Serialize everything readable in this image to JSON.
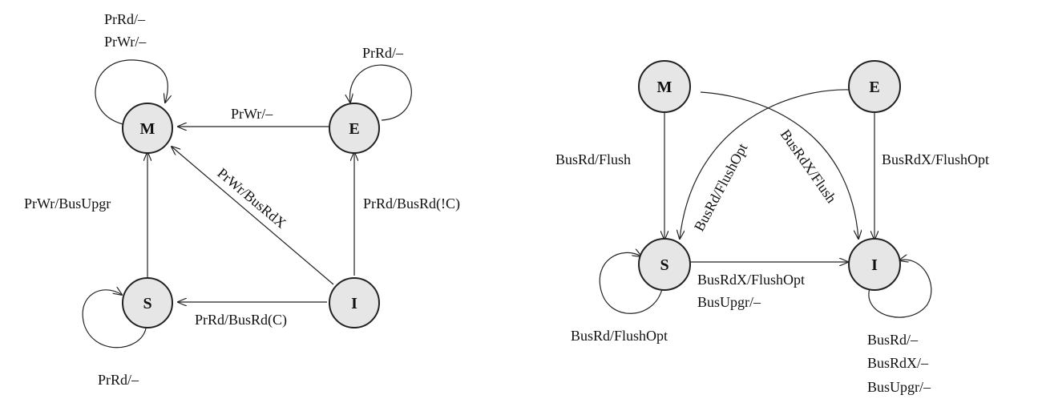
{
  "colors": {
    "node_fill": "#e6e6e6",
    "stroke": "#222222",
    "background": "#ffffff"
  },
  "diagrams": [
    {
      "states": {
        "M": "M",
        "E": "E",
        "S": "S",
        "I": "I"
      },
      "edges": {
        "m_self_1": "PrRd/–",
        "m_self_2": "PrWr/–",
        "e_self": "PrRd/–",
        "e_to_m": "PrWr/–",
        "s_to_m": "PrWr/BusUpgr",
        "i_to_m": "PrWr/BusRdX",
        "i_to_e": "PrRd/BusRd(!C)",
        "i_to_s": "PrRd/BusRd(C)",
        "s_self": "PrRd/–"
      }
    },
    {
      "states": {
        "M": "M",
        "E": "E",
        "S": "S",
        "I": "I"
      },
      "edges": {
        "m_to_s": "BusRd/Flush",
        "e_to_s": "BusRd/FlushOpt",
        "m_to_i": "BusRdX/Flush",
        "e_to_i": "BusRdX/FlushOpt",
        "s_to_i_1": "BusRdX/FlushOpt",
        "s_to_i_2": "BusUpgr/–",
        "s_self": "BusRd/FlushOpt",
        "i_self_1": "BusRd/–",
        "i_self_2": "BusRdX/–",
        "i_self_3": "BusUpgr/–"
      }
    }
  ]
}
